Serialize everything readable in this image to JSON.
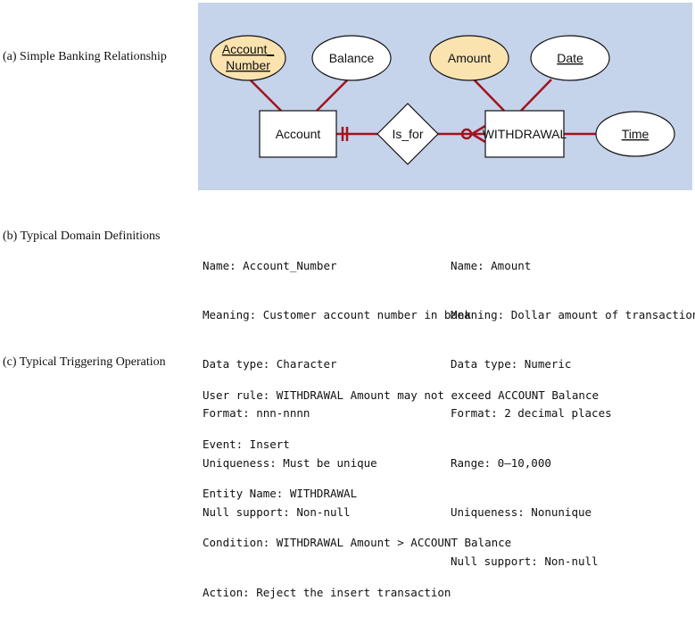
{
  "sections": {
    "a": "(a) Simple Banking Relationship",
    "b": "(b) Typical Domain Definitions",
    "c": "(c) Typical Triggering Operation"
  },
  "diagram": {
    "attributes": {
      "account_number_line1": "Account_",
      "account_number_line2": "Number",
      "balance": "Balance",
      "amount": "Amount",
      "date": "Date",
      "time": "Time"
    },
    "entities": {
      "account": "Account",
      "withdrawal": "WITHDRAWAL"
    },
    "relationship": "Is_for",
    "colors": {
      "panel": "#c5d3eb",
      "key_attribute_fill": "#fbe3b0",
      "line": "#a0141e"
    }
  },
  "domain_defs": {
    "left": [
      "Name: Account_Number",
      "Meaning: Customer account number in bank",
      "Data type: Character",
      "Format: nnn-nnnn",
      "Uniqueness: Must be unique",
      "Null support: Non-null"
    ],
    "right": [
      "Name: Amount",
      "Meaning: Dollar amount of transaction",
      "Data type: Numeric",
      "Format: 2 decimal places",
      "Range: 0–10,000",
      "Uniqueness: Nonunique",
      "Null support: Non-null"
    ]
  },
  "trigger": [
    "User rule: WITHDRAWAL Amount may not exceed ACCOUNT Balance",
    "Event: Insert",
    "Entity Name: WITHDRAWAL",
    "Condition: WITHDRAWAL Amount > ACCOUNT Balance",
    "Action: Reject the insert transaction"
  ]
}
